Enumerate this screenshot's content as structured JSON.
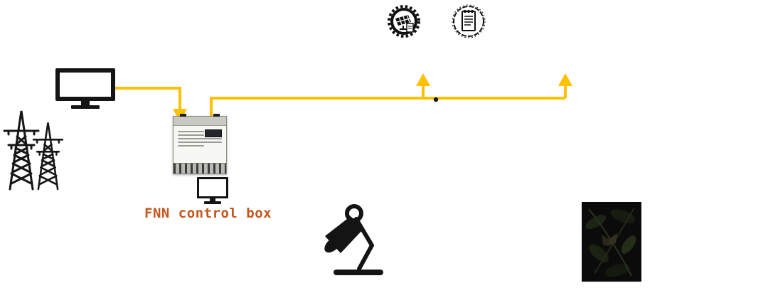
{
  "diagram": {
    "labels": {
      "fnn_control_box": "FNN control box"
    },
    "colors": {
      "connector_yellow": "#ffc000",
      "label_orange": "#c4561c",
      "ink": "#141414",
      "photo_bg": "#0b0b0b"
    },
    "icons": [
      "monitor-icon",
      "transmission-tower-icon",
      "fnn-control-box-device",
      "small-monitor-icon",
      "solar-panel-badge-icon",
      "document-badge-icon",
      "desk-lamp-icon",
      "dark-foliage-photo",
      "down-arrow-icon",
      "up-arrow-icon"
    ]
  }
}
